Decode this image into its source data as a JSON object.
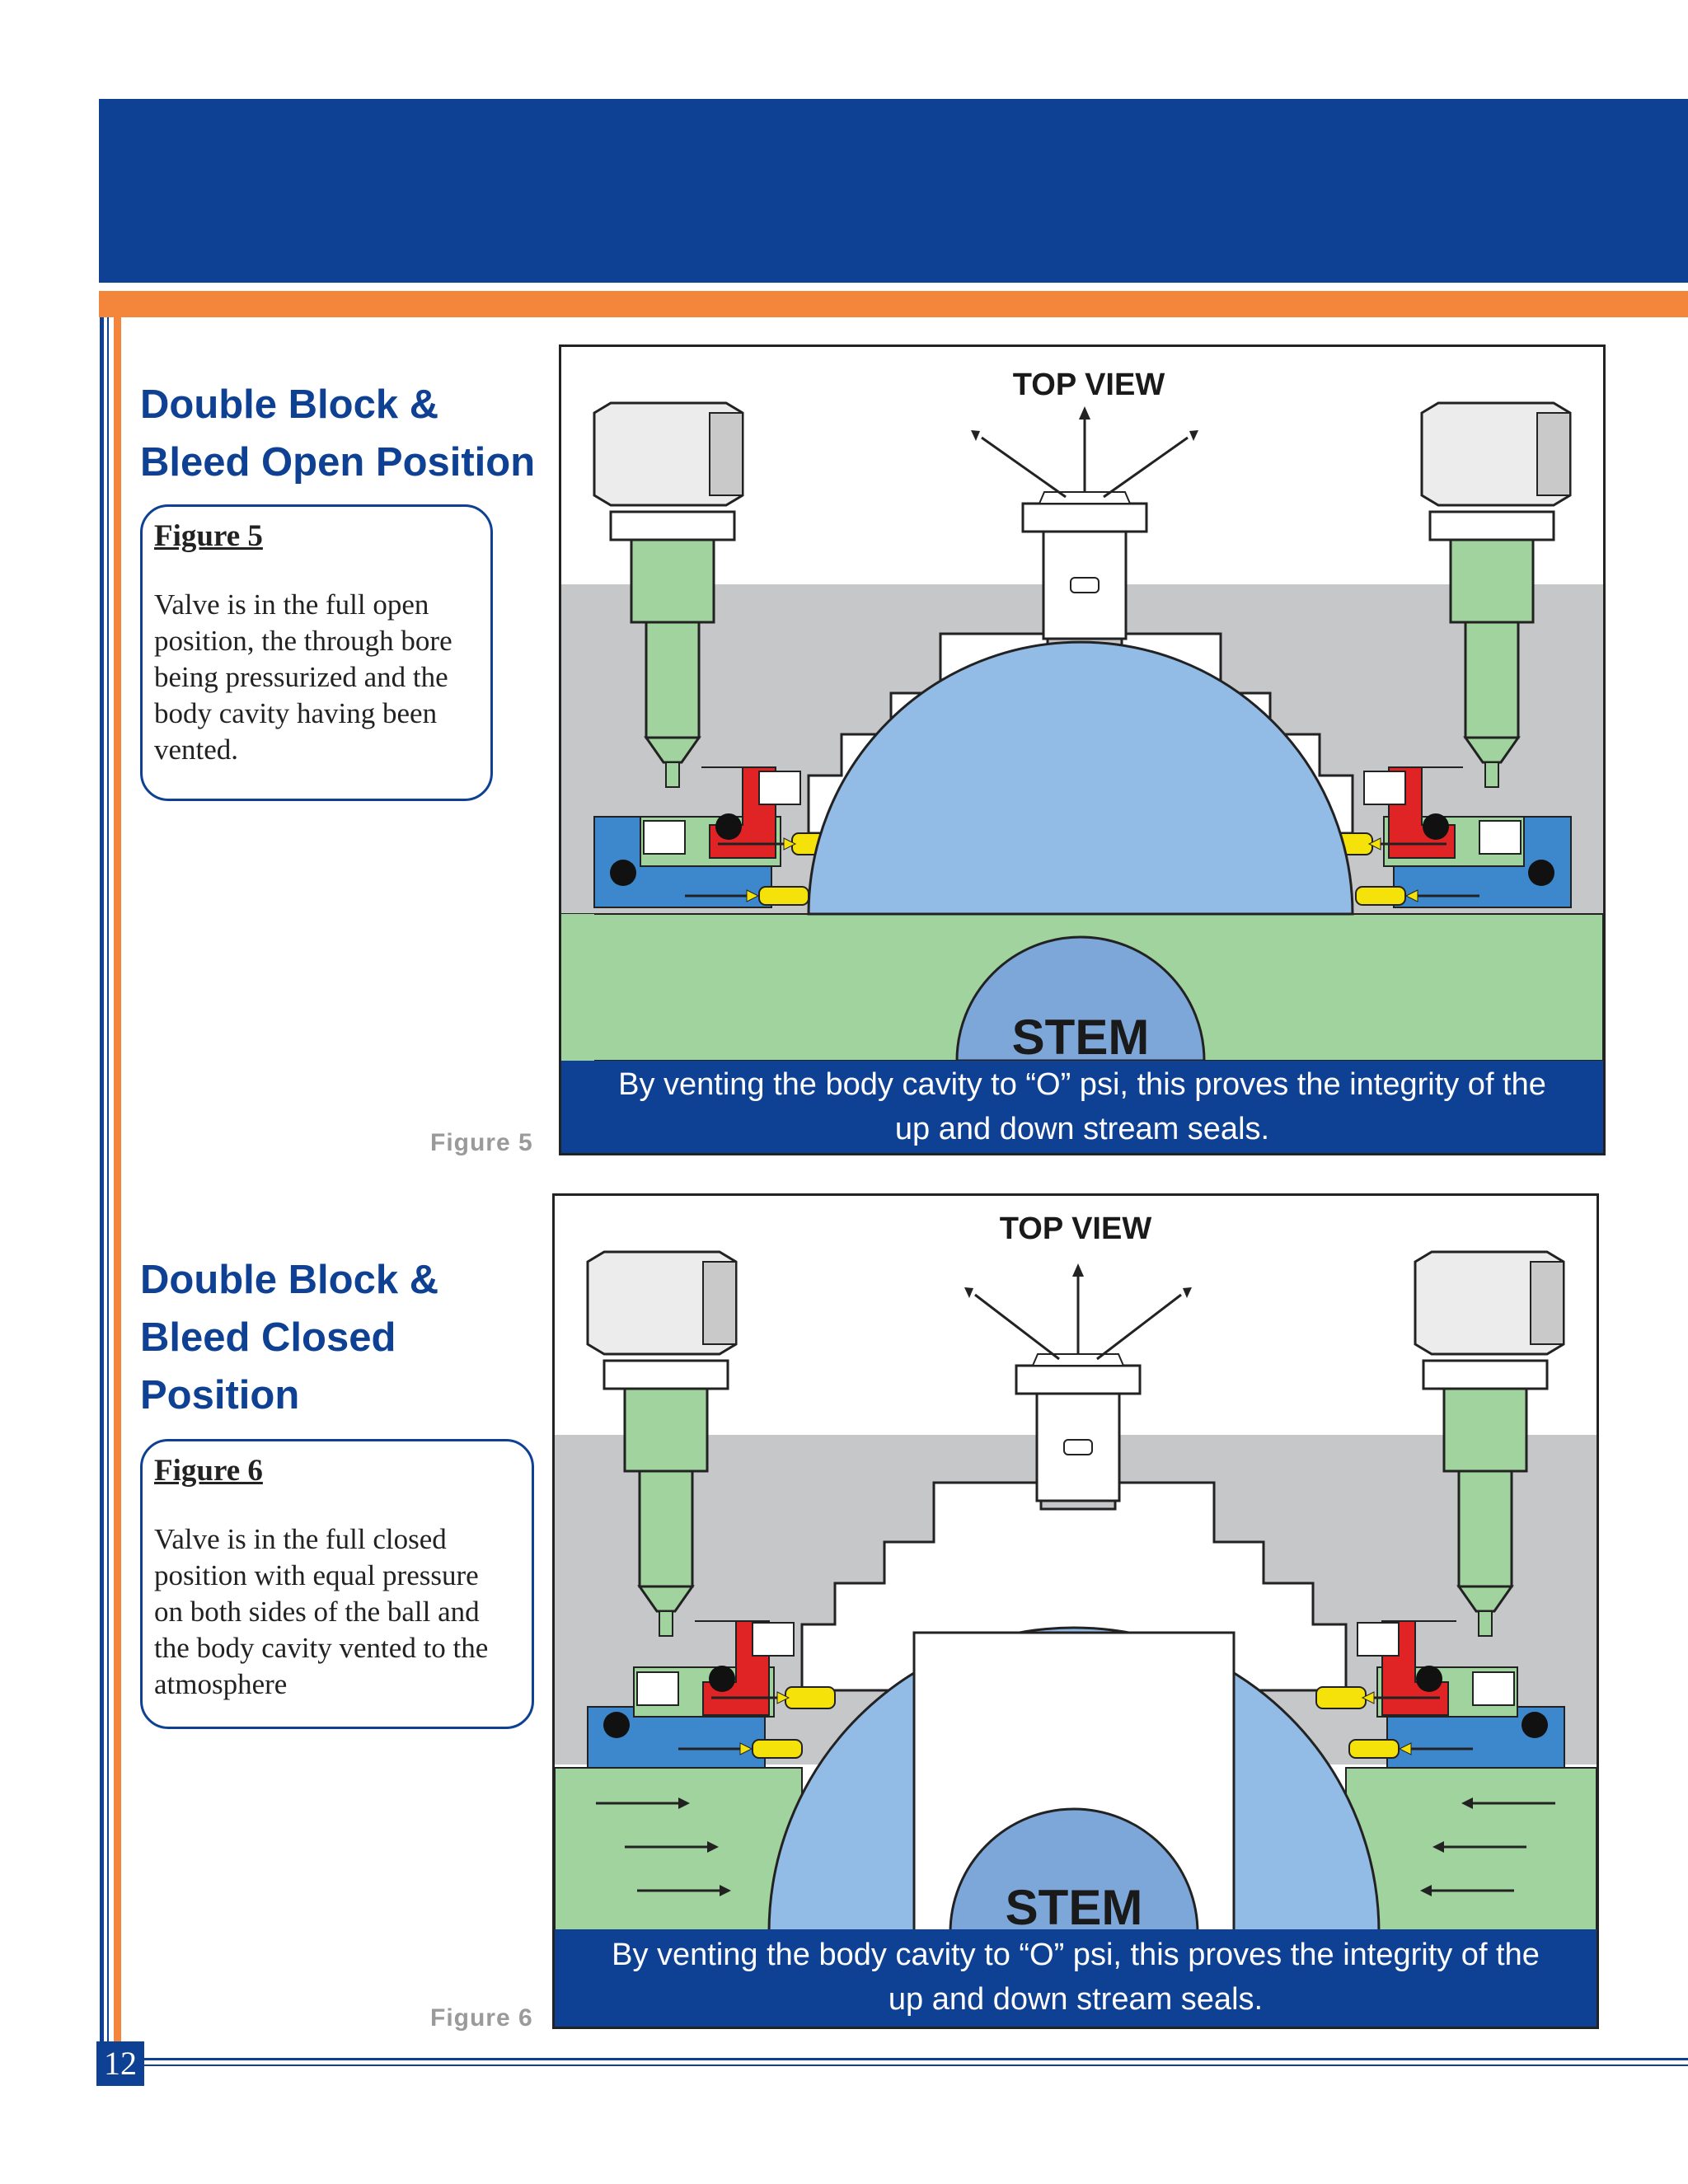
{
  "page": {
    "number": "12",
    "colors": {
      "brand_blue": "#0e4193",
      "accent_orange": "#f4863b"
    }
  },
  "section1": {
    "title_line1": "Double Block &",
    "title_line2": "Bleed Open Position",
    "callout_title": "Figure 5",
    "callout_lines": [
      "Valve is in the full open",
      "position, the through bore",
      "being pressurized and the",
      "body cavity having been",
      "vented."
    ],
    "figure_label": "Figure 5",
    "diagram_top_label": "TOP VIEW",
    "stem_label": "STEM",
    "caption_line1": "By venting the body cavity to “O” psi, this proves the integrity of the",
    "caption_line2": "up and down stream seals."
  },
  "section2": {
    "title_line1": "Double Block &",
    "title_line2": "Bleed Closed",
    "title_line3": "Position",
    "callout_title": "Figure 6",
    "callout_lines": [
      "Valve is in the full closed",
      "position with equal pressure",
      "on both sides of the ball and",
      "the body cavity vented to the",
      "atmosphere"
    ],
    "figure_label": "Figure 6",
    "diagram_top_label": "TOP VIEW",
    "stem_label": "STEM",
    "caption_line1": "By venting the body cavity to “O” psi, this proves the integrity of the",
    "caption_line2": "up and down stream seals."
  }
}
